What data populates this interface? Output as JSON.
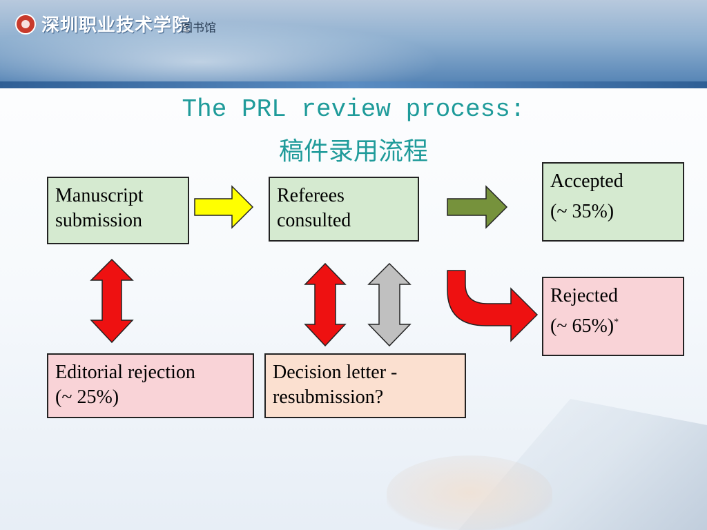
{
  "header": {
    "school_name": "深圳职业技术学院",
    "library_name": "图书馆"
  },
  "title": {
    "en": "The PRL review process:",
    "cn": "稿件录用流程"
  },
  "boxes": {
    "manuscript": "Manuscript submission",
    "referees": "Referees consulted",
    "accepted": {
      "label": "Accepted",
      "rate": "(~ 35%)"
    },
    "rejected": {
      "label": "Rejected",
      "rate": "(~ 65%)",
      "note_marker": "*"
    },
    "editorial": {
      "label": "Editorial rejection",
      "rate": "(~ 25%)"
    },
    "decision": {
      "label": "Decision letter -",
      "label2": "resubmission?"
    }
  },
  "colors": {
    "title": "#1f9b9a",
    "green_box": "#d5ead0",
    "pink_box": "#f9d3d7",
    "peach_box": "#fbe0d0",
    "arrow_yellow": "#ffff00",
    "arrow_olive": "#76923c",
    "arrow_red": "#ee1111",
    "arrow_gray": "#c0c0c0"
  }
}
